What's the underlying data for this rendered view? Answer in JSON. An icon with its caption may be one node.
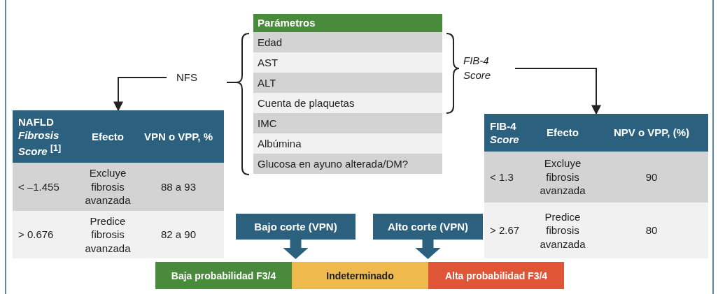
{
  "diagram": {
    "nodes": [
      {
        "text": [
          "Parámetros",
          "Edad",
          "AST",
          "ALT",
          "Cuenta de plaquetas",
          "IMC",
          "Albúmina",
          "Glucosa en ayuno alterada/DM?"
        ]
      },
      {
        "text": [
          "NFS"
        ]
      },
      {
        "text": [
          "FIB-4 Score"
        ]
      },
      {
        "text": [
          "NAFLD *Fibrosis* *Score* $^{[1]}$",
          "Efecto",
          "VPN o VPP, %",
          "< –1.455",
          "Excluye fibrosis avanzada",
          "88 a 93",
          "> 0.676",
          "Predice fibrosis avanzada",
          "82 a 90"
        ]
      },
      {
        "text": [
          "FIB-4 *Score*",
          "Efecto",
          "NPV o VPP, (%)",
          "< 1.3",
          "Excluye fibrosis avanzada",
          "90",
          "> 2.67",
          "Predice fibrosis avanzada",
          "80"
        ]
      },
      {
        "text": [
          "Bajo corte (VPN)"
        ]
      },
      {
        "text": [
          "Alto corte (VPN)"
        ]
      },
      {
        "text": [
          "Baja probabilidad F3/4"
        ]
      },
      {
        "text": [
          "Indeterminado"
        ]
      },
      {
        "text": [
          "Alta probabilidad F3/4"
        ]
      }
    ],
    "edges": [
      {
        "from": 1,
        "to": 3,
        "arrow": "to"
      },
      {
        "from": 2,
        "to": 4,
        "arrow": "to"
      },
      {
        "from": 5,
        "to": null,
        "arrow": "to",
        "style": "thick",
        "color": "#2b607e"
      },
      {
        "from": 6,
        "to": null,
        "arrow": "to",
        "style": "thick",
        "color": "#2b607e"
      }
    ]
  }
}
